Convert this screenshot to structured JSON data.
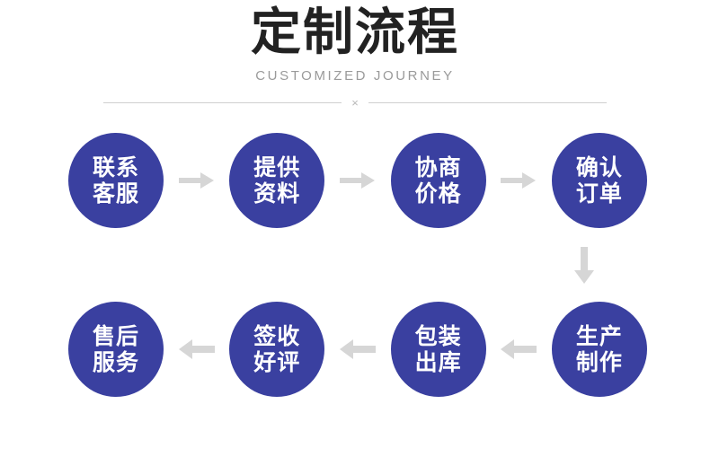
{
  "header": {
    "title": "定制流程",
    "subtitle": "CUSTOMIZED JOURNEY",
    "divider_mark": "×"
  },
  "colors": {
    "node_fill": "#3A40A0",
    "node_text": "#FFFFFF",
    "title_text": "#222222",
    "subtitle_text": "#9A9A9A",
    "divider_line": "#CFCFCF",
    "arrow_fill": "#D6D6D6",
    "background": "#FFFFFF"
  },
  "flow": {
    "row1": {
      "direction": "right",
      "nodes": [
        {
          "line1": "联系",
          "line2": "客服",
          "label": "联系\n客服"
        },
        {
          "line1": "提供",
          "line2": "资料",
          "label": "提供\n资料"
        },
        {
          "line1": "协商",
          "line2": "价格",
          "label": "协商\n价格"
        },
        {
          "line1": "确认",
          "line2": "订单",
          "label": "确认\n订单"
        }
      ]
    },
    "connector": {
      "direction": "down",
      "icon": "arrow-down-icon"
    },
    "row2": {
      "direction": "left",
      "nodes": [
        {
          "line1": "售后",
          "line2": "服务",
          "label": "售后\n服务"
        },
        {
          "line1": "签收",
          "line2": "好评",
          "label": "签收\n好评"
        },
        {
          "line1": "包装",
          "line2": "出库",
          "label": "包装\n出库"
        },
        {
          "line1": "生产",
          "line2": "制作",
          "label": "生产\n制作"
        }
      ]
    }
  },
  "icons": {
    "arrow_right": "arrow-right-icon",
    "arrow_left": "arrow-left-icon",
    "arrow_down": "arrow-down-icon"
  }
}
